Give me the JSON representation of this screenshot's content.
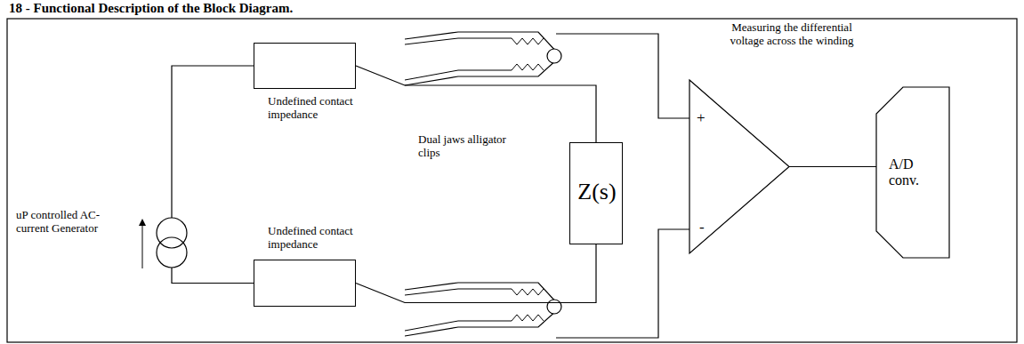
{
  "diagram": {
    "title": "18 - Functional Description of the Block Diagram.",
    "nodes": [
      {
        "text": [
          "uP controlled AC-current Generator"
        ]
      },
      {
        "text": [
          "Undefined contact impedance"
        ]
      },
      {
        "text": [
          "Undefined contact impedance"
        ]
      },
      {
        "text": [
          "Z(s)"
        ]
      },
      {
        "text": [
          "+",
          "-"
        ]
      },
      {
        "text": [
          "A/D conv."
        ]
      }
    ],
    "edges": [
      {
        "from": 0,
        "to": 1,
        "arrow": "none"
      },
      {
        "from": 0,
        "to": 2,
        "arrow": "none"
      },
      {
        "from": 1,
        "to": 3,
        "arrow": "none"
      },
      {
        "from": 2,
        "to": 3,
        "arrow": "none"
      },
      {
        "from": 4,
        "to": 5,
        "arrow": "none"
      }
    ],
    "labels": [
      "Dual jaws alligator clips",
      "Measuring the differential voltage across the winding"
    ]
  }
}
